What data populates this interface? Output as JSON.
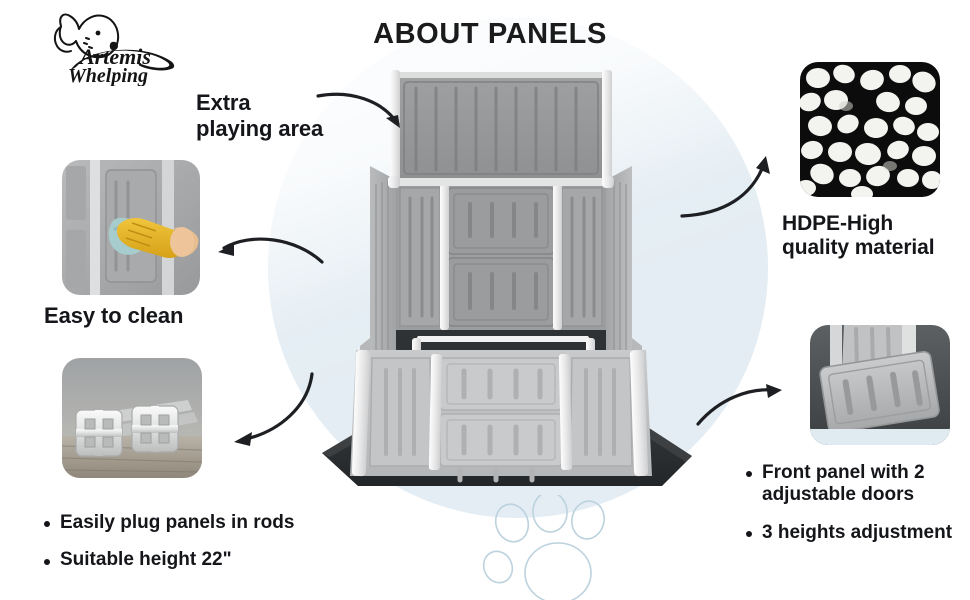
{
  "header": {
    "title": "ABOUT PANELS",
    "logo": {
      "brand_line1": "Artemis",
      "brand_line2": "Whelping",
      "icon": "dog-head-icon"
    }
  },
  "colors": {
    "background": "#ffffff",
    "circle_accent": "#dfeaf1",
    "text": "#15161a",
    "arrow": "#1d1f22",
    "panel_gray_light": "#cfd0d1",
    "panel_gray_mid": "#a9abad",
    "panel_gray_dark": "#8a8d8f",
    "post_white": "#efefef",
    "mat_dark": "#2e3133",
    "glove_yellow": "#e8b52a",
    "cloth_teal": "#9fc8c9"
  },
  "features": [
    {
      "id": "extra-playing-area",
      "label": "Extra\nplaying area",
      "label_line1": "Extra",
      "label_line2": "playing area",
      "arrow": "curved-arrow-right-to-product",
      "has_thumb": false
    },
    {
      "id": "easy-to-clean",
      "label": "Easy to clean",
      "arrow": "curved-arrow-left",
      "thumb": {
        "name": "easy-to-clean-photo",
        "alt": "Gloved hand wiping a gray plastic panel with a cloth"
      }
    },
    {
      "id": "plug-panels-rods",
      "bullets": [
        "Easily plug panels in rods",
        "Suitable height 22\""
      ],
      "arrow": "curved-arrow-down-left",
      "thumb": {
        "name": "connector-rods-photo",
        "alt": "Two white plastic connector rods on a wooden surface"
      }
    },
    {
      "id": "hdpe-material",
      "label_line1": "HDPE-High",
      "label_line2": "quality material",
      "arrow": "curved-arrow-up-right",
      "thumb": {
        "name": "hdpe-pellets-photo",
        "alt": "White HDPE plastic pellets on a black background"
      }
    },
    {
      "id": "front-panel-doors",
      "bullets": [
        "Front panel with 2 adjustable doors",
        "3 heights adjustment"
      ],
      "arrow": "curved-arrow-right",
      "thumb": {
        "name": "adjustable-door-photo",
        "alt": "Close-up of a gray adjustable door panel with ribbed slots"
      }
    }
  ],
  "bullets_left": [
    "Easily plug panels in rods",
    "Suitable height 22\""
  ],
  "bullets_right": [
    "Front panel with 2 adjustable doors",
    "3 heights adjustment"
  ],
  "product": {
    "name": "whelping-box-product-photo",
    "alt": "Gray plastic whelping box with high back panel, two adjustable front doors and a dark mat"
  },
  "decor": {
    "paw_print": "paw-print-watermark",
    "circle": "light-blue-circle-backdrop"
  }
}
